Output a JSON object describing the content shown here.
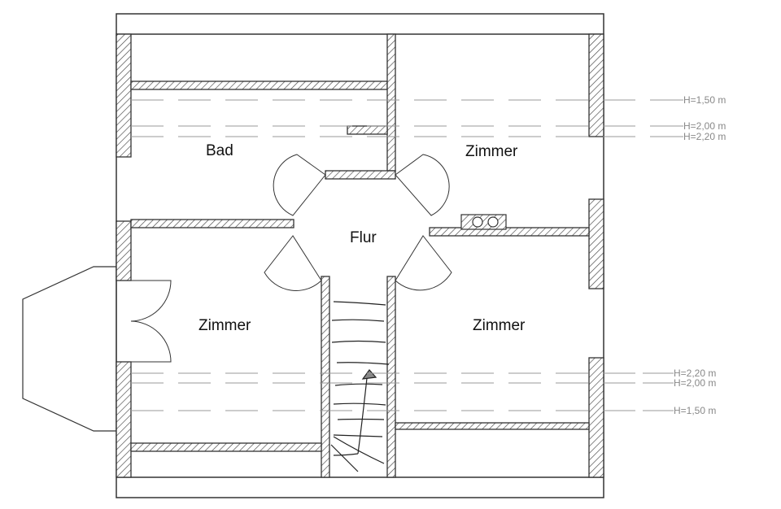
{
  "rooms": {
    "bad": "Bad",
    "zimmer_top_right": "Zimmer",
    "flur": "Flur",
    "zimmer_left": "Zimmer",
    "zimmer_right": "Zimmer"
  },
  "height_lines_top": [
    "H=1,50 m",
    "H=2,00 m",
    "H=2,20 m"
  ],
  "height_lines_bottom": [
    "H=2,20 m",
    "H=2,00 m",
    "H=1,50 m"
  ],
  "colors": {
    "wall": "#444444",
    "height_line": "#999999"
  }
}
